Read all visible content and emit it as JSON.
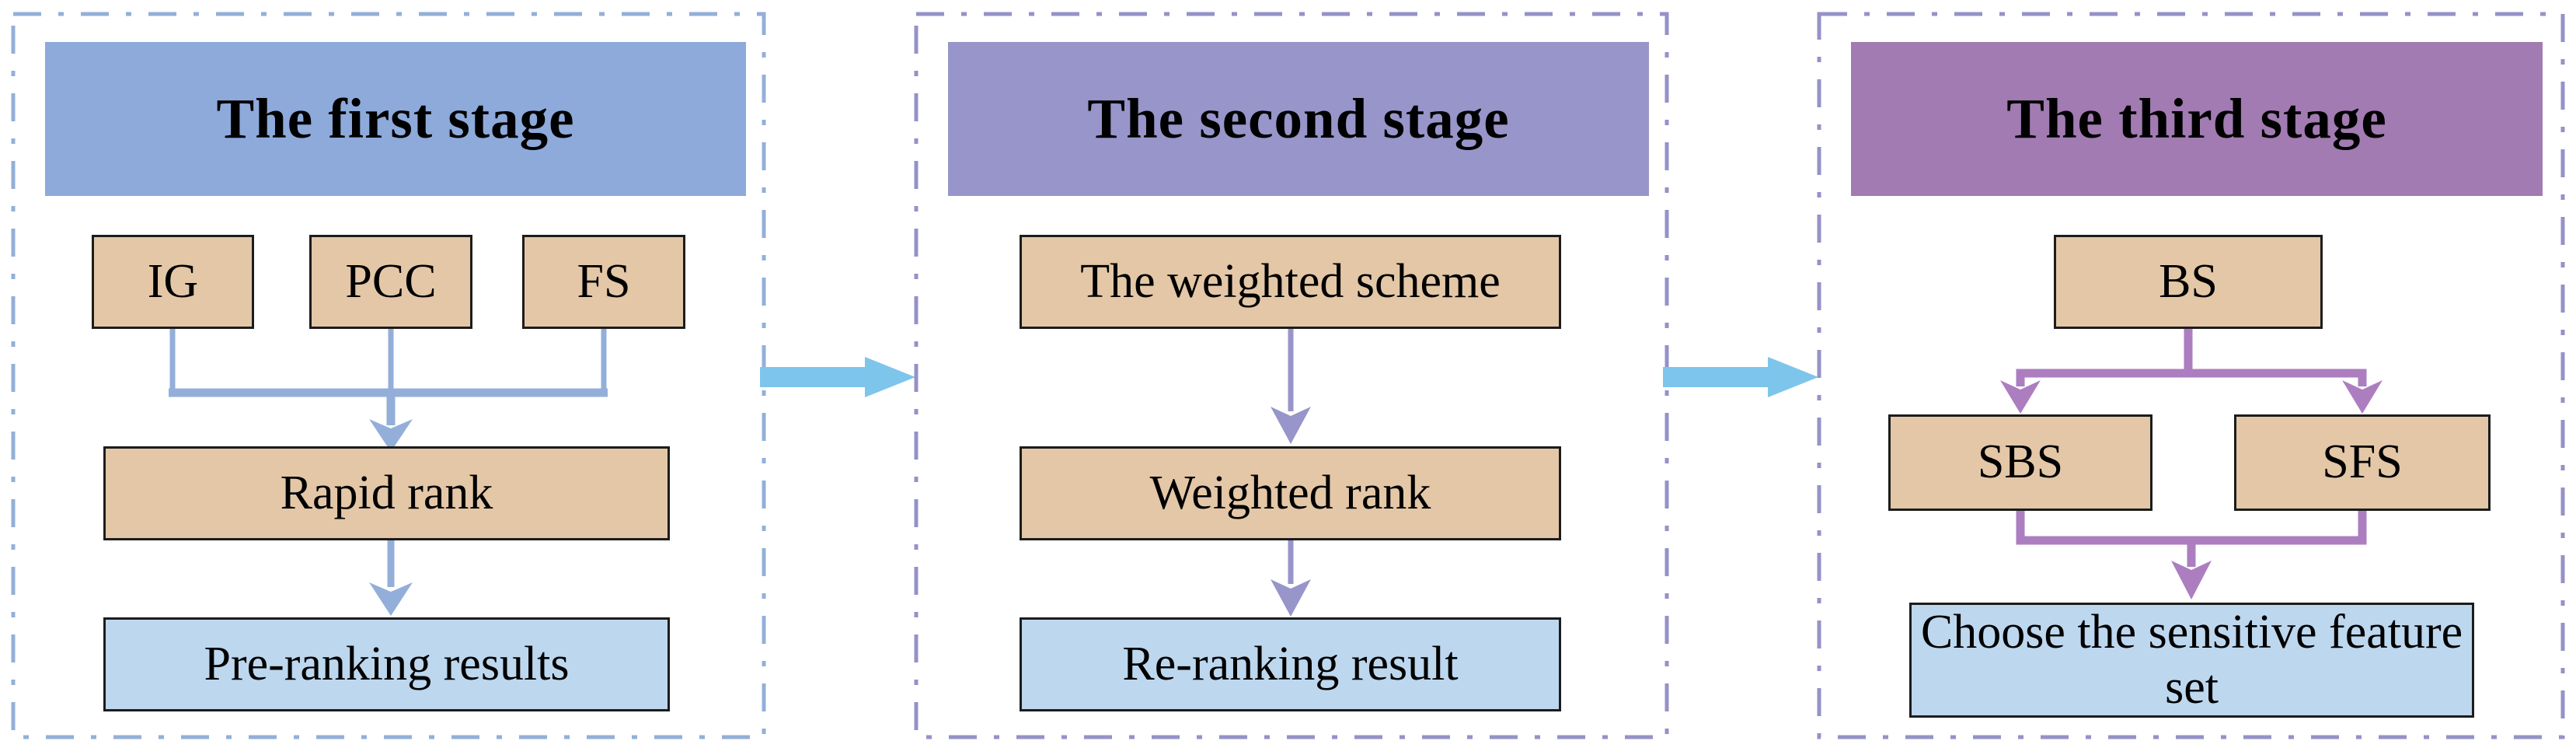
{
  "stages": [
    {
      "title": "The first stage",
      "inputs": [
        "IG",
        "PCC",
        "FS"
      ],
      "process": "Rapid rank",
      "output": "Pre-ranking results"
    },
    {
      "title": "The second stage",
      "scheme": "The weighted scheme",
      "process": "Weighted rank",
      "output": "Re-ranking result"
    },
    {
      "title": "The third stage",
      "root": "BS",
      "branches": [
        "SBS",
        "SFS"
      ],
      "output": "Choose the sensitive feature set"
    }
  ],
  "colors": {
    "stage1_header": "#8DAADB",
    "stage2_header": "#9795C9",
    "stage3_header": "#A17BB1",
    "stage1_border": "#93AFD9",
    "stage2_border": "#9492C8",
    "stage3_border": "#9492C8",
    "stage1_line": "#93AFD9",
    "stage2_line": "#9795C9",
    "stage3_line": "#AC7EC0",
    "node_fill": "#E3C7A7",
    "node_border": "#1C1C1C",
    "result_fill": "#BDD7EE",
    "flow_arrow": "#7EC5EC"
  }
}
